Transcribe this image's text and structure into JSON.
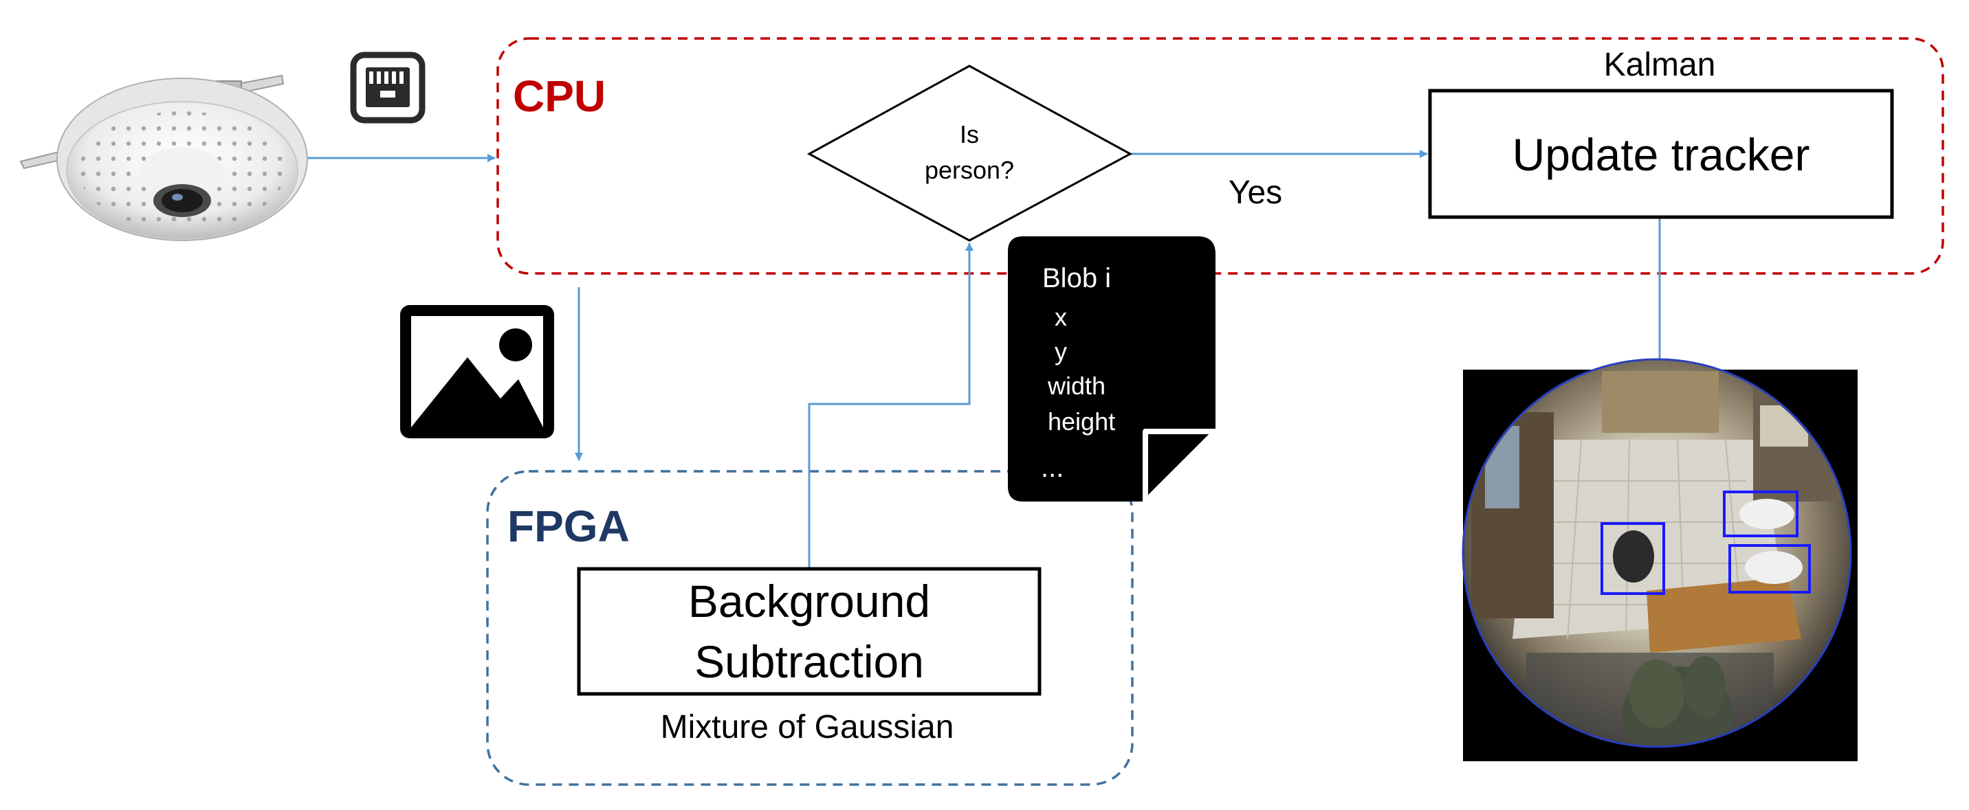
{
  "regions": {
    "cpu": {
      "label": "CPU",
      "color": "#c00000"
    },
    "fpga": {
      "label": "FPGA",
      "color": "#1f3864"
    }
  },
  "nodes": {
    "decision": {
      "line1": "Is",
      "line2": "person?"
    },
    "update_tracker": {
      "label": "Update tracker",
      "caption": "Kalman"
    },
    "background_subtraction": {
      "line1": "Background",
      "line2": "Subtraction",
      "caption": "Mixture of Gaussian"
    }
  },
  "edges": {
    "yes_label": "Yes"
  },
  "blob_document": {
    "title": "Blob i",
    "fields": [
      "x",
      "y",
      "width",
      "height",
      "..."
    ]
  },
  "icons": {
    "camera": "fisheye-camera-photo",
    "network": "ethernet-port-icon",
    "frame": "image-icon"
  },
  "output_image": {
    "description_shown": "fisheye-tracking-result",
    "box_color": "#1a1aff"
  },
  "colors": {
    "arrow": "#5b9bd5",
    "cpu_border": "#c00000",
    "fpga_border": "#41719c"
  }
}
